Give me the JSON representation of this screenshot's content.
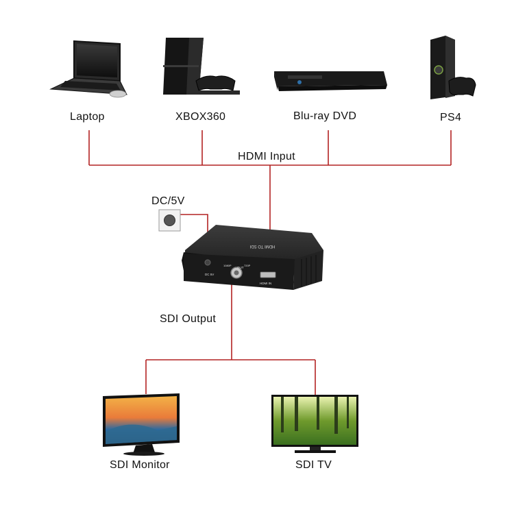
{
  "labels": {
    "laptop": "Laptop",
    "xbox": "XBOX360",
    "bluray": "Blu-ray DVD",
    "ps4": "PS4",
    "hdmi_input": "HDMI Input",
    "dc": "DC/5V",
    "sdi_output": "SDI Output",
    "sdi_monitor": "SDI Monitor",
    "sdi_tv": "SDI TV"
  },
  "converter": {
    "top_text": "HDMI TO SDI",
    "dc_port": "DC 5V",
    "sdi_out": "OUT",
    "hdmi_in": "HDMI IN",
    "res_1080p": "1080P",
    "res_720p": "720P"
  },
  "colors": {
    "line": "#b22222",
    "device": "#1c1c1c"
  }
}
